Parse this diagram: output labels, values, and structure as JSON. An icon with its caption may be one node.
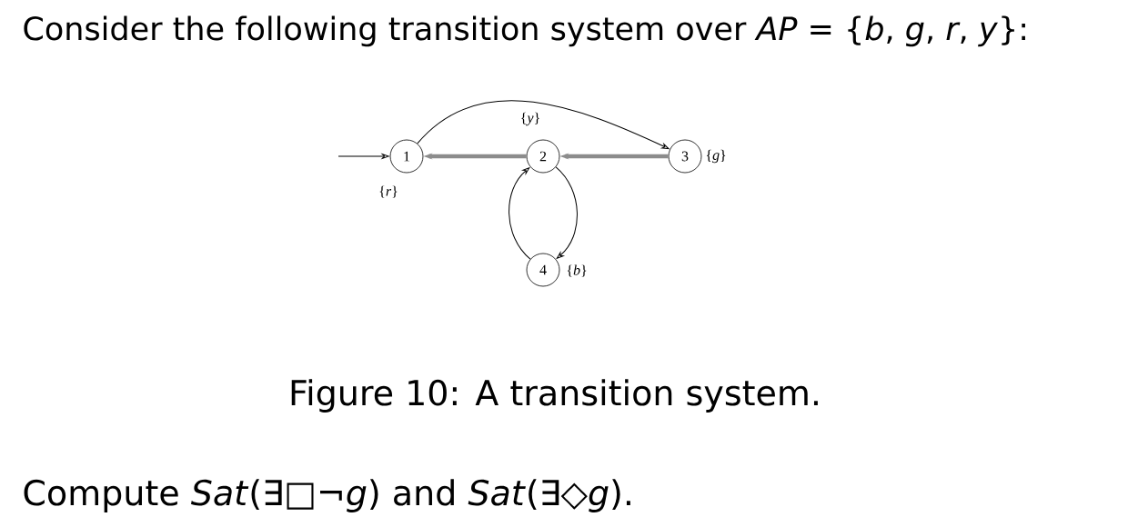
{
  "diagram": {
    "title": "Consider the following transition system over *AP* = {*b*, *g*, *r*, *y*}:",
    "caption": "Figure 10: A transition system.",
    "nodes": [
      {
        "text": [
          "1"
        ],
        "beside": [
          "{*r*}"
        ]
      },
      {
        "text": [
          "2"
        ],
        "beside": [
          "{*y*}"
        ]
      },
      {
        "text": [
          "3"
        ],
        "beside": [
          "{*g*}"
        ]
      },
      {
        "text": [
          "4"
        ],
        "beside": [
          "{*b*}"
        ]
      }
    ],
    "edges": [
      {
        "from": null,
        "to": 0,
        "arrow": "to"
      },
      {
        "from": 0,
        "to": 2,
        "arrow": "to"
      },
      {
        "from": 1,
        "to": 0,
        "arrow": "to",
        "style": "thick",
        "color": "#8c8c8c"
      },
      {
        "from": 2,
        "to": 1,
        "arrow": "to",
        "style": "thick",
        "color": "#8c8c8c"
      },
      {
        "from": 1,
        "to": 3,
        "arrow": "to"
      },
      {
        "from": 3,
        "to": 1,
        "arrow": "to"
      }
    ],
    "labels": [
      "Compute *Sat*(∃□¬*g*) and *Sat*(∃◇*g*)."
    ]
  }
}
